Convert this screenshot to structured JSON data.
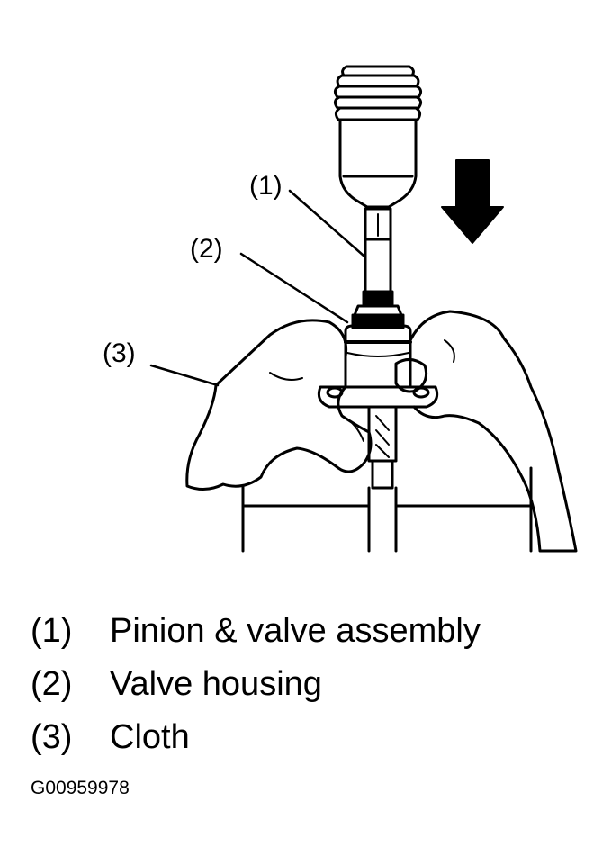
{
  "callouts": {
    "c1": "(1)",
    "c2": "(2)",
    "c3": "(3)"
  },
  "legend": [
    {
      "num": "(1)",
      "label": "Pinion & valve assembly"
    },
    {
      "num": "(2)",
      "label": "Valve housing"
    },
    {
      "num": "(3)",
      "label": "Cloth"
    }
  ],
  "figure_id": "G00959978",
  "colors": {
    "ink": "#000000",
    "paper": "#ffffff"
  }
}
